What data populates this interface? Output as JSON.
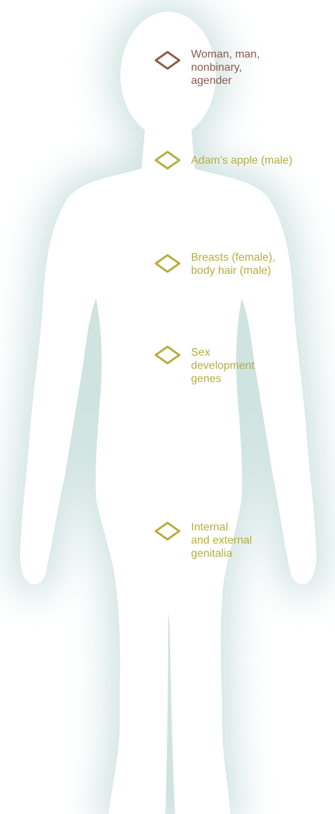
{
  "colors": {
    "identity": "#8b5a4a",
    "biological": "#b6ad3c",
    "background_glow": "#cfe3e1",
    "body": "#ffffff"
  },
  "annotations": [
    {
      "id": "identity",
      "icon": "diamond-icon",
      "label": "Woman, man,\nnonbinary,\nagender",
      "color_key": "identity"
    },
    {
      "id": "adams-apple",
      "icon": "diamond-icon",
      "label": "Adam’s apple (male)",
      "color_key": "biological"
    },
    {
      "id": "breasts-body-hair",
      "icon": "diamond-icon",
      "label": "Breasts (female),\nbody hair (male)",
      "color_key": "biological"
    },
    {
      "id": "sex-genes",
      "icon": "diamond-icon",
      "label": "Sex\ndevelopment\ngenes",
      "color_key": "biological"
    },
    {
      "id": "genitalia",
      "icon": "diamond-icon",
      "label": "Internal\nand external\ngenitalia",
      "color_key": "biological"
    }
  ]
}
